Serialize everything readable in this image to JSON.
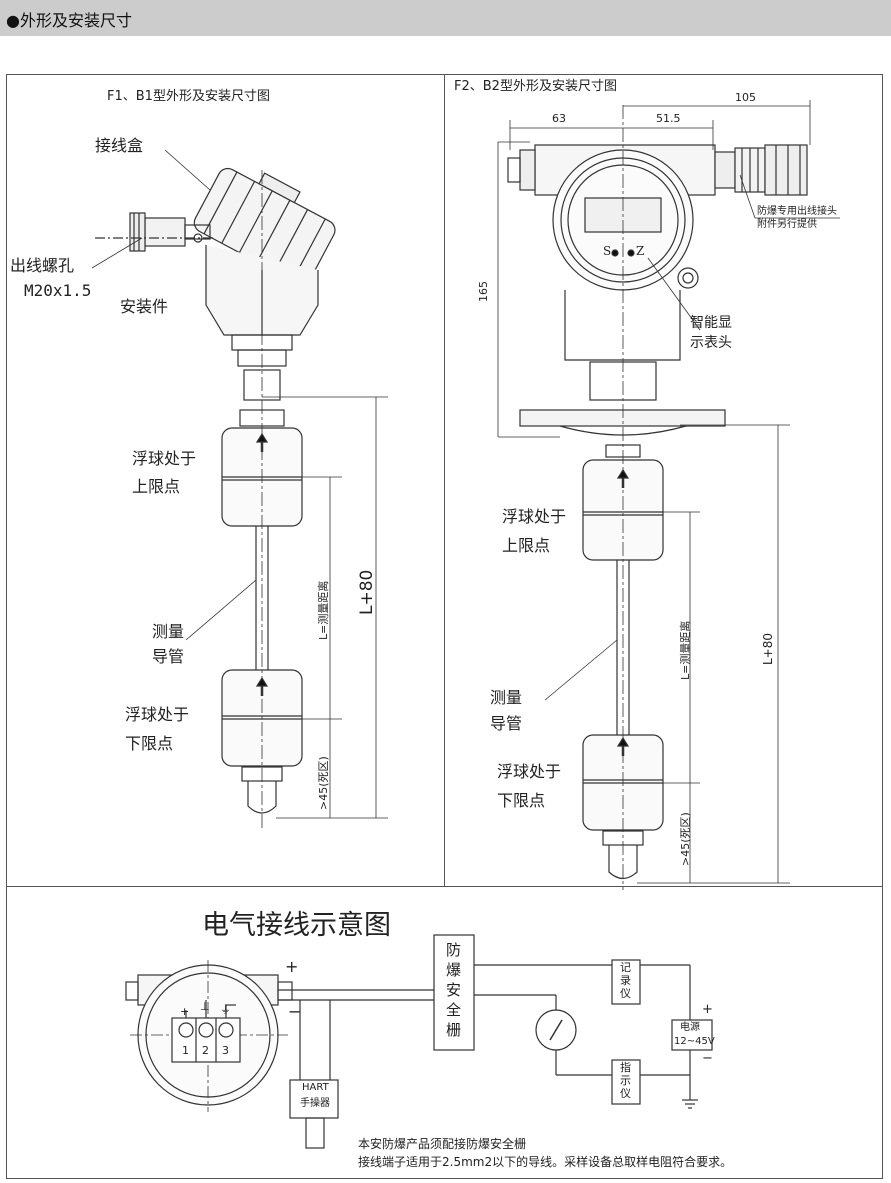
{
  "header": {
    "title": "●外形及安装尺寸"
  },
  "f1": {
    "title": "F1、B1型外形及安装尺寸图",
    "junction_box": "接线盒",
    "outlet_hole_1": "出线螺孔",
    "outlet_hole_2": "M20x1.5",
    "mount": "安装件",
    "float_upper_1": "浮球处于",
    "float_upper_2": "上限点",
    "tube_1": "测量",
    "tube_2": "导管",
    "float_lower_1": "浮球处于",
    "float_lower_2": "下限点",
    "dim_l": "L=测量距离",
    "dim_total": "L+80",
    "dim_dead": ">45(死区)"
  },
  "f2": {
    "title": "F2、B2型外形及安装尺寸图",
    "dim_105": "105",
    "dim_63": "63",
    "dim_515": "51.5",
    "dim_165": "165",
    "explosion_note_1": "防爆专用出线接头",
    "explosion_note_2": "附件另行提供",
    "smart_1": "智能显",
    "smart_2": "示表头",
    "btn_s": "S",
    "btn_z": "Z",
    "float_upper_1": "浮球处于",
    "float_upper_2": "上限点",
    "tube_1": "测量",
    "tube_2": "导管",
    "float_lower_1": "浮球处于",
    "float_lower_2": "下限点",
    "dim_l": "L=测量距离",
    "dim_total": "L+80",
    "dim_dead": ">45(死区)"
  },
  "wiring": {
    "title": "电气接线示意图",
    "plus": "+",
    "minus": "−",
    "barrier": [
      "防",
      "爆",
      "安",
      "全",
      "栅"
    ],
    "recorder": [
      "记",
      "录",
      "仪"
    ],
    "indicator": [
      "指",
      "示",
      "仪"
    ],
    "power_1": "电源",
    "power_2": "12~45V",
    "power_plus": "+",
    "power_minus": "−",
    "hart_1": "HART",
    "hart_2": "手操器",
    "terminals": [
      "1",
      "2",
      "3"
    ],
    "terminal_symbols": [
      "+",
      "⊥",
      "⏚"
    ],
    "note_1": "本安防爆产品须配接防爆安全栅",
    "note_2": "接线端子适用于2.5mm2以下的导线。采样设备总取样电阻符合要求。"
  }
}
